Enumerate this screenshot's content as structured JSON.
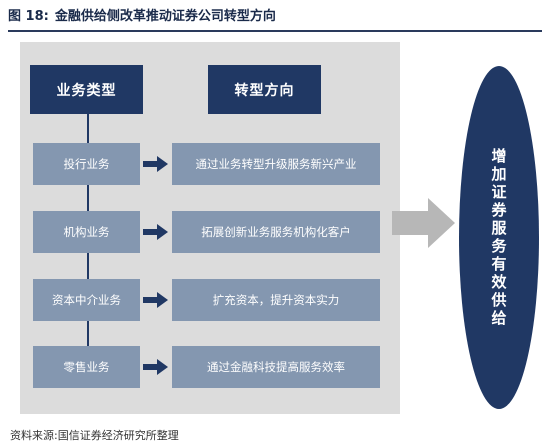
{
  "figure": {
    "number": "图 18:",
    "title": "金融供给侧改革推动证券公司转型方向"
  },
  "diagram": {
    "left_header": "业务类型",
    "right_header": "转型方向",
    "rows": [
      {
        "business": "投行业务",
        "direction": "通过业务转型升级服务新兴产业"
      },
      {
        "business": "机构业务",
        "direction": "拓展创新业务服务机构化客户"
      },
      {
        "business": "资本中介业务",
        "direction": "扩充资本，提升资本实力"
      },
      {
        "business": "零售业务",
        "direction": "通过金融科技提高服务效率"
      }
    ],
    "outcome": "增加证券服务有效供给"
  },
  "source": "资料来源:国信证券经济研究所整理",
  "colors": {
    "dark_navy": "#203864",
    "steel_blue": "#8497b0",
    "panel_gray": "#dcdcdc",
    "arrow_gray": "#b7b7b7"
  }
}
